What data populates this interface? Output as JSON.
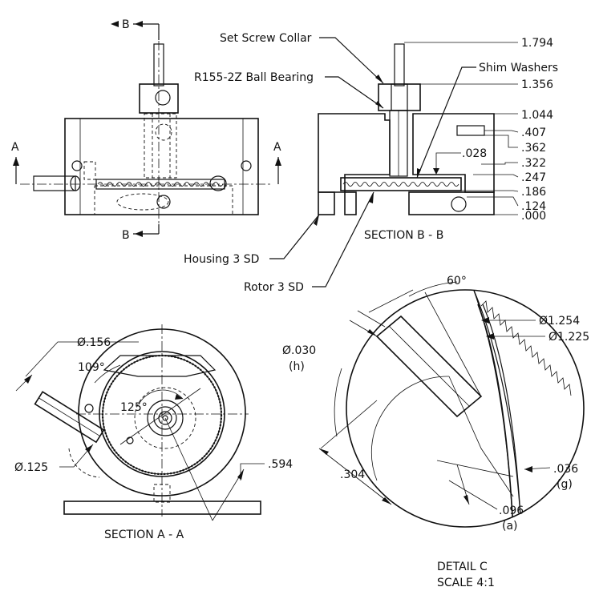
{
  "section_markers": {
    "a": "A",
    "b": "B"
  },
  "section_bb": {
    "title": "SECTION B - B",
    "callouts": {
      "set_screw_collar": "Set Screw Collar",
      "ball_bearing": "R155-2Z Ball Bearing",
      "shim_washers": "Shim Washers",
      "housing": "Housing 3 SD",
      "rotor": "Rotor 3 SD"
    },
    "gap": ".028",
    "heights": [
      "1.794",
      "1.356",
      "1.044",
      ".407",
      ".362",
      ".322",
      ".247",
      ".186",
      ".124",
      ".000"
    ]
  },
  "section_aa": {
    "title": "SECTION A - A",
    "dims": {
      "bore": "Ø.156",
      "angle_a": "109°",
      "angle_b": "125°",
      "pin": "Ø.125",
      "offset": ".594"
    }
  },
  "detail_c": {
    "title": "DETAIL C",
    "scale": "SCALE 4:1",
    "dims": {
      "angle": "60°",
      "od_outer": "Ø1.254",
      "od_inner": "Ø1.225",
      "nozzle": "Ø.030",
      "nozzle_ref": "(h)",
      "length": ".304",
      "clearance": ".036",
      "clearance_ref": "(g)",
      "depth": ".096",
      "depth_ref": "(a)"
    }
  }
}
